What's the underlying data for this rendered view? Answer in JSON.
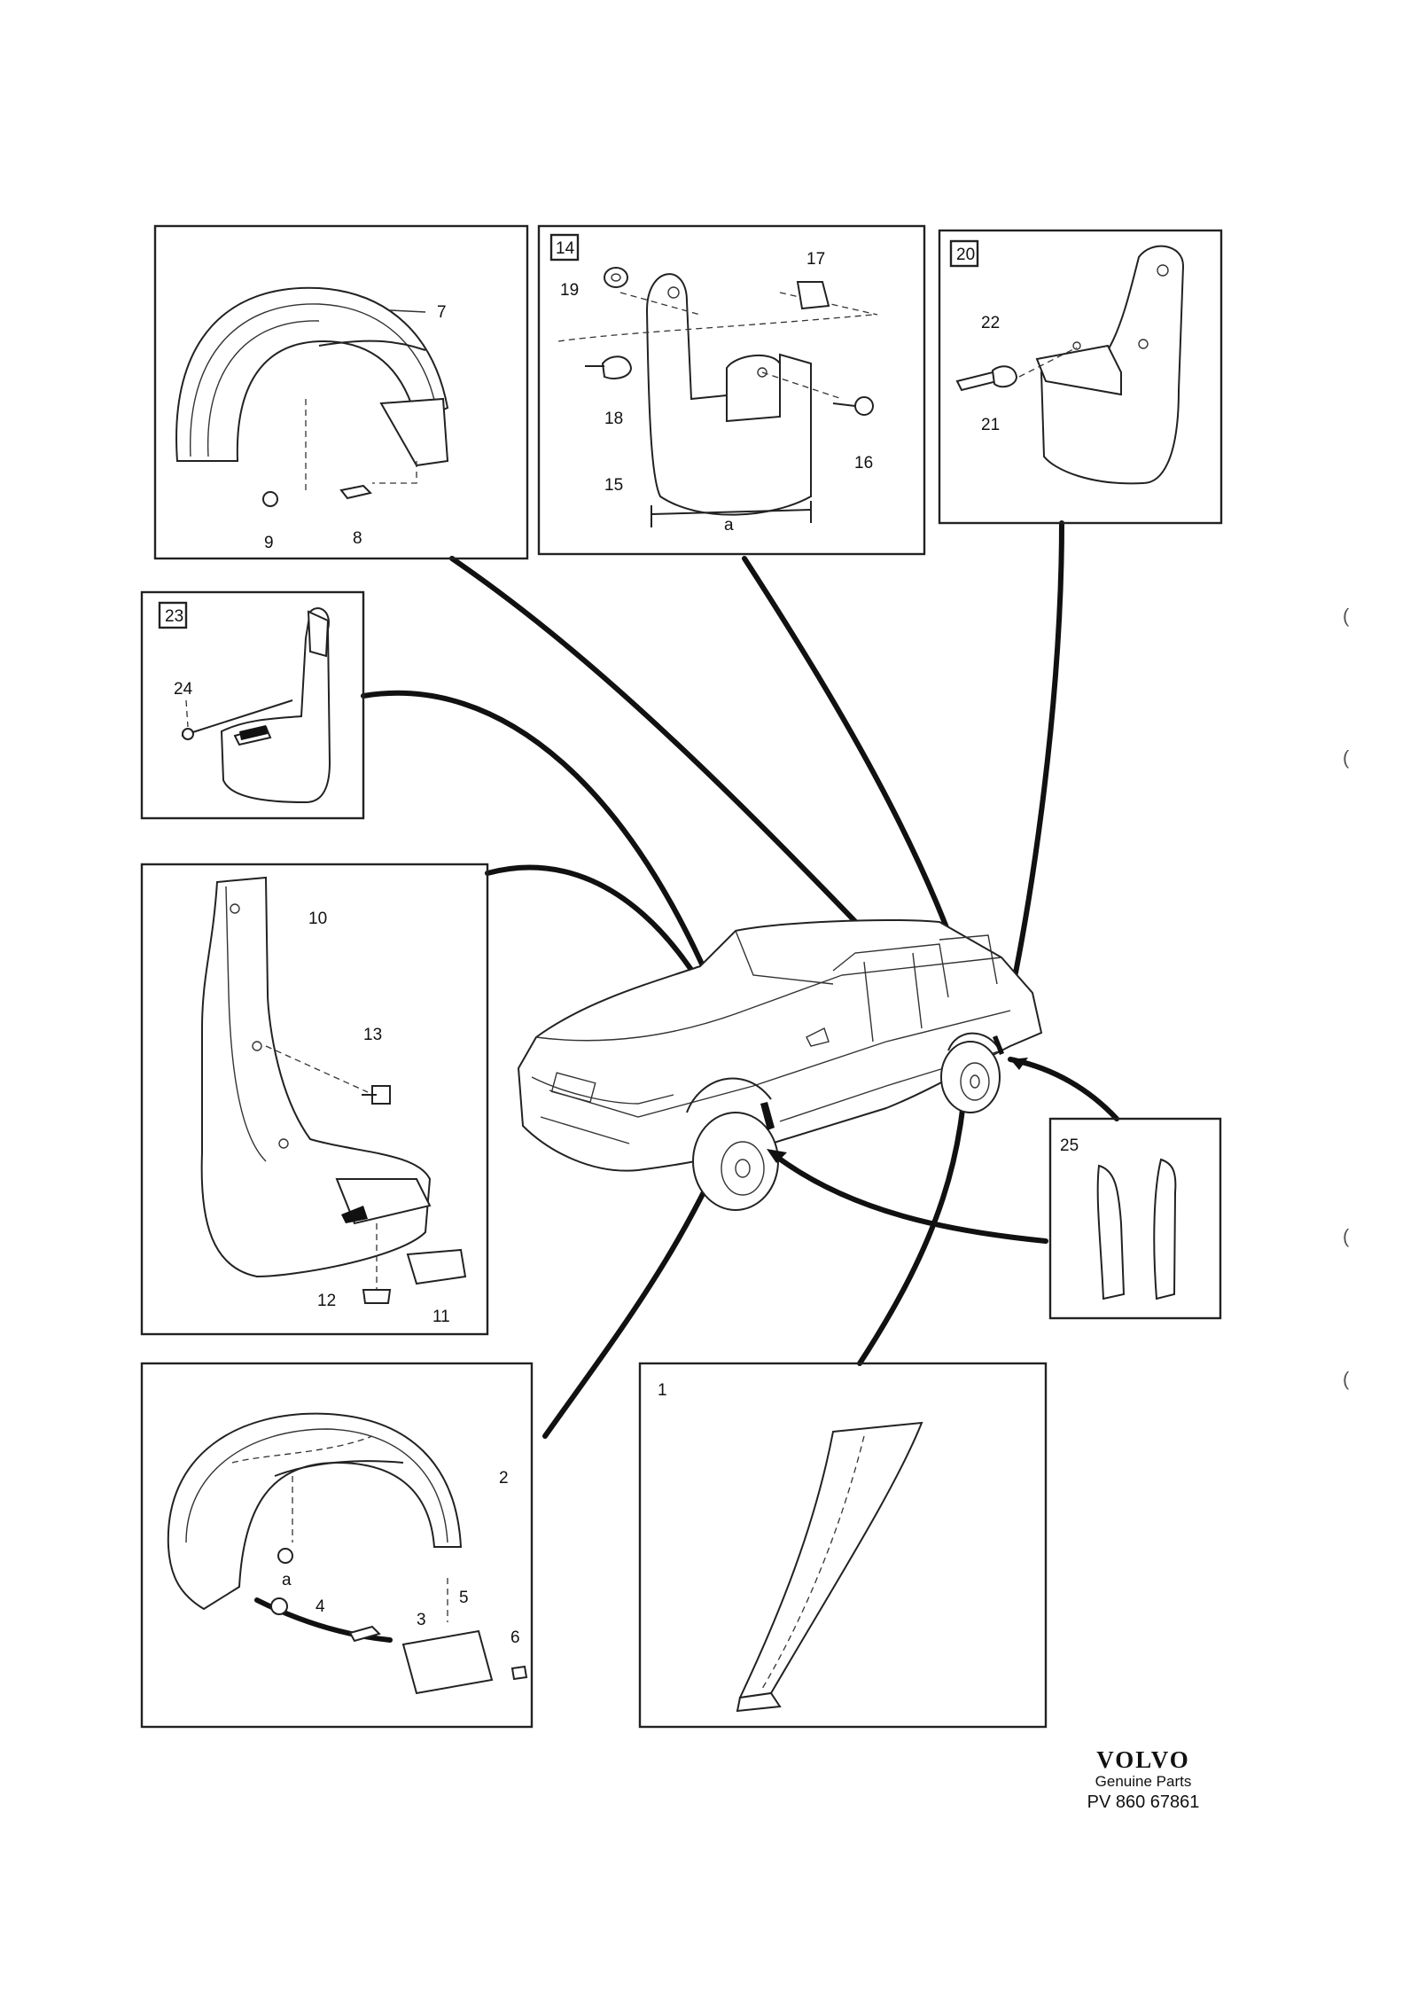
{
  "diagram": {
    "boxes": [
      {
        "id": "box-inner-fender-rear",
        "tag": "",
        "labels": [
          "7",
          "9",
          "8"
        ]
      },
      {
        "id": "box-mud-flap-rear",
        "tag": "14",
        "labels": [
          "17",
          "19",
          "18",
          "16",
          "15",
          "a"
        ]
      },
      {
        "id": "box-mud-flap-front-20",
        "tag": "20",
        "labels": [
          "22",
          "21"
        ]
      },
      {
        "id": "box-mud-flap-23",
        "tag": "23",
        "labels": [
          "24"
        ]
      },
      {
        "id": "box-mud-flap-front",
        "tag": "",
        "labels": [
          "10",
          "13",
          "12",
          "11"
        ]
      },
      {
        "id": "box-inner-fender-front",
        "tag": "",
        "labels": [
          "2",
          "a",
          "4",
          "3",
          "5",
          "6"
        ]
      },
      {
        "id": "box-strip-1",
        "tag": "1",
        "labels": []
      },
      {
        "id": "box-stone-guard-25",
        "tag": "25",
        "labels": []
      }
    ]
  },
  "brand": {
    "logo": "VOLVO",
    "tagline": "Genuine Parts",
    "part_number": "PV 860 67861"
  },
  "margin_marks": [
    "(",
    "(",
    "(",
    "("
  ]
}
